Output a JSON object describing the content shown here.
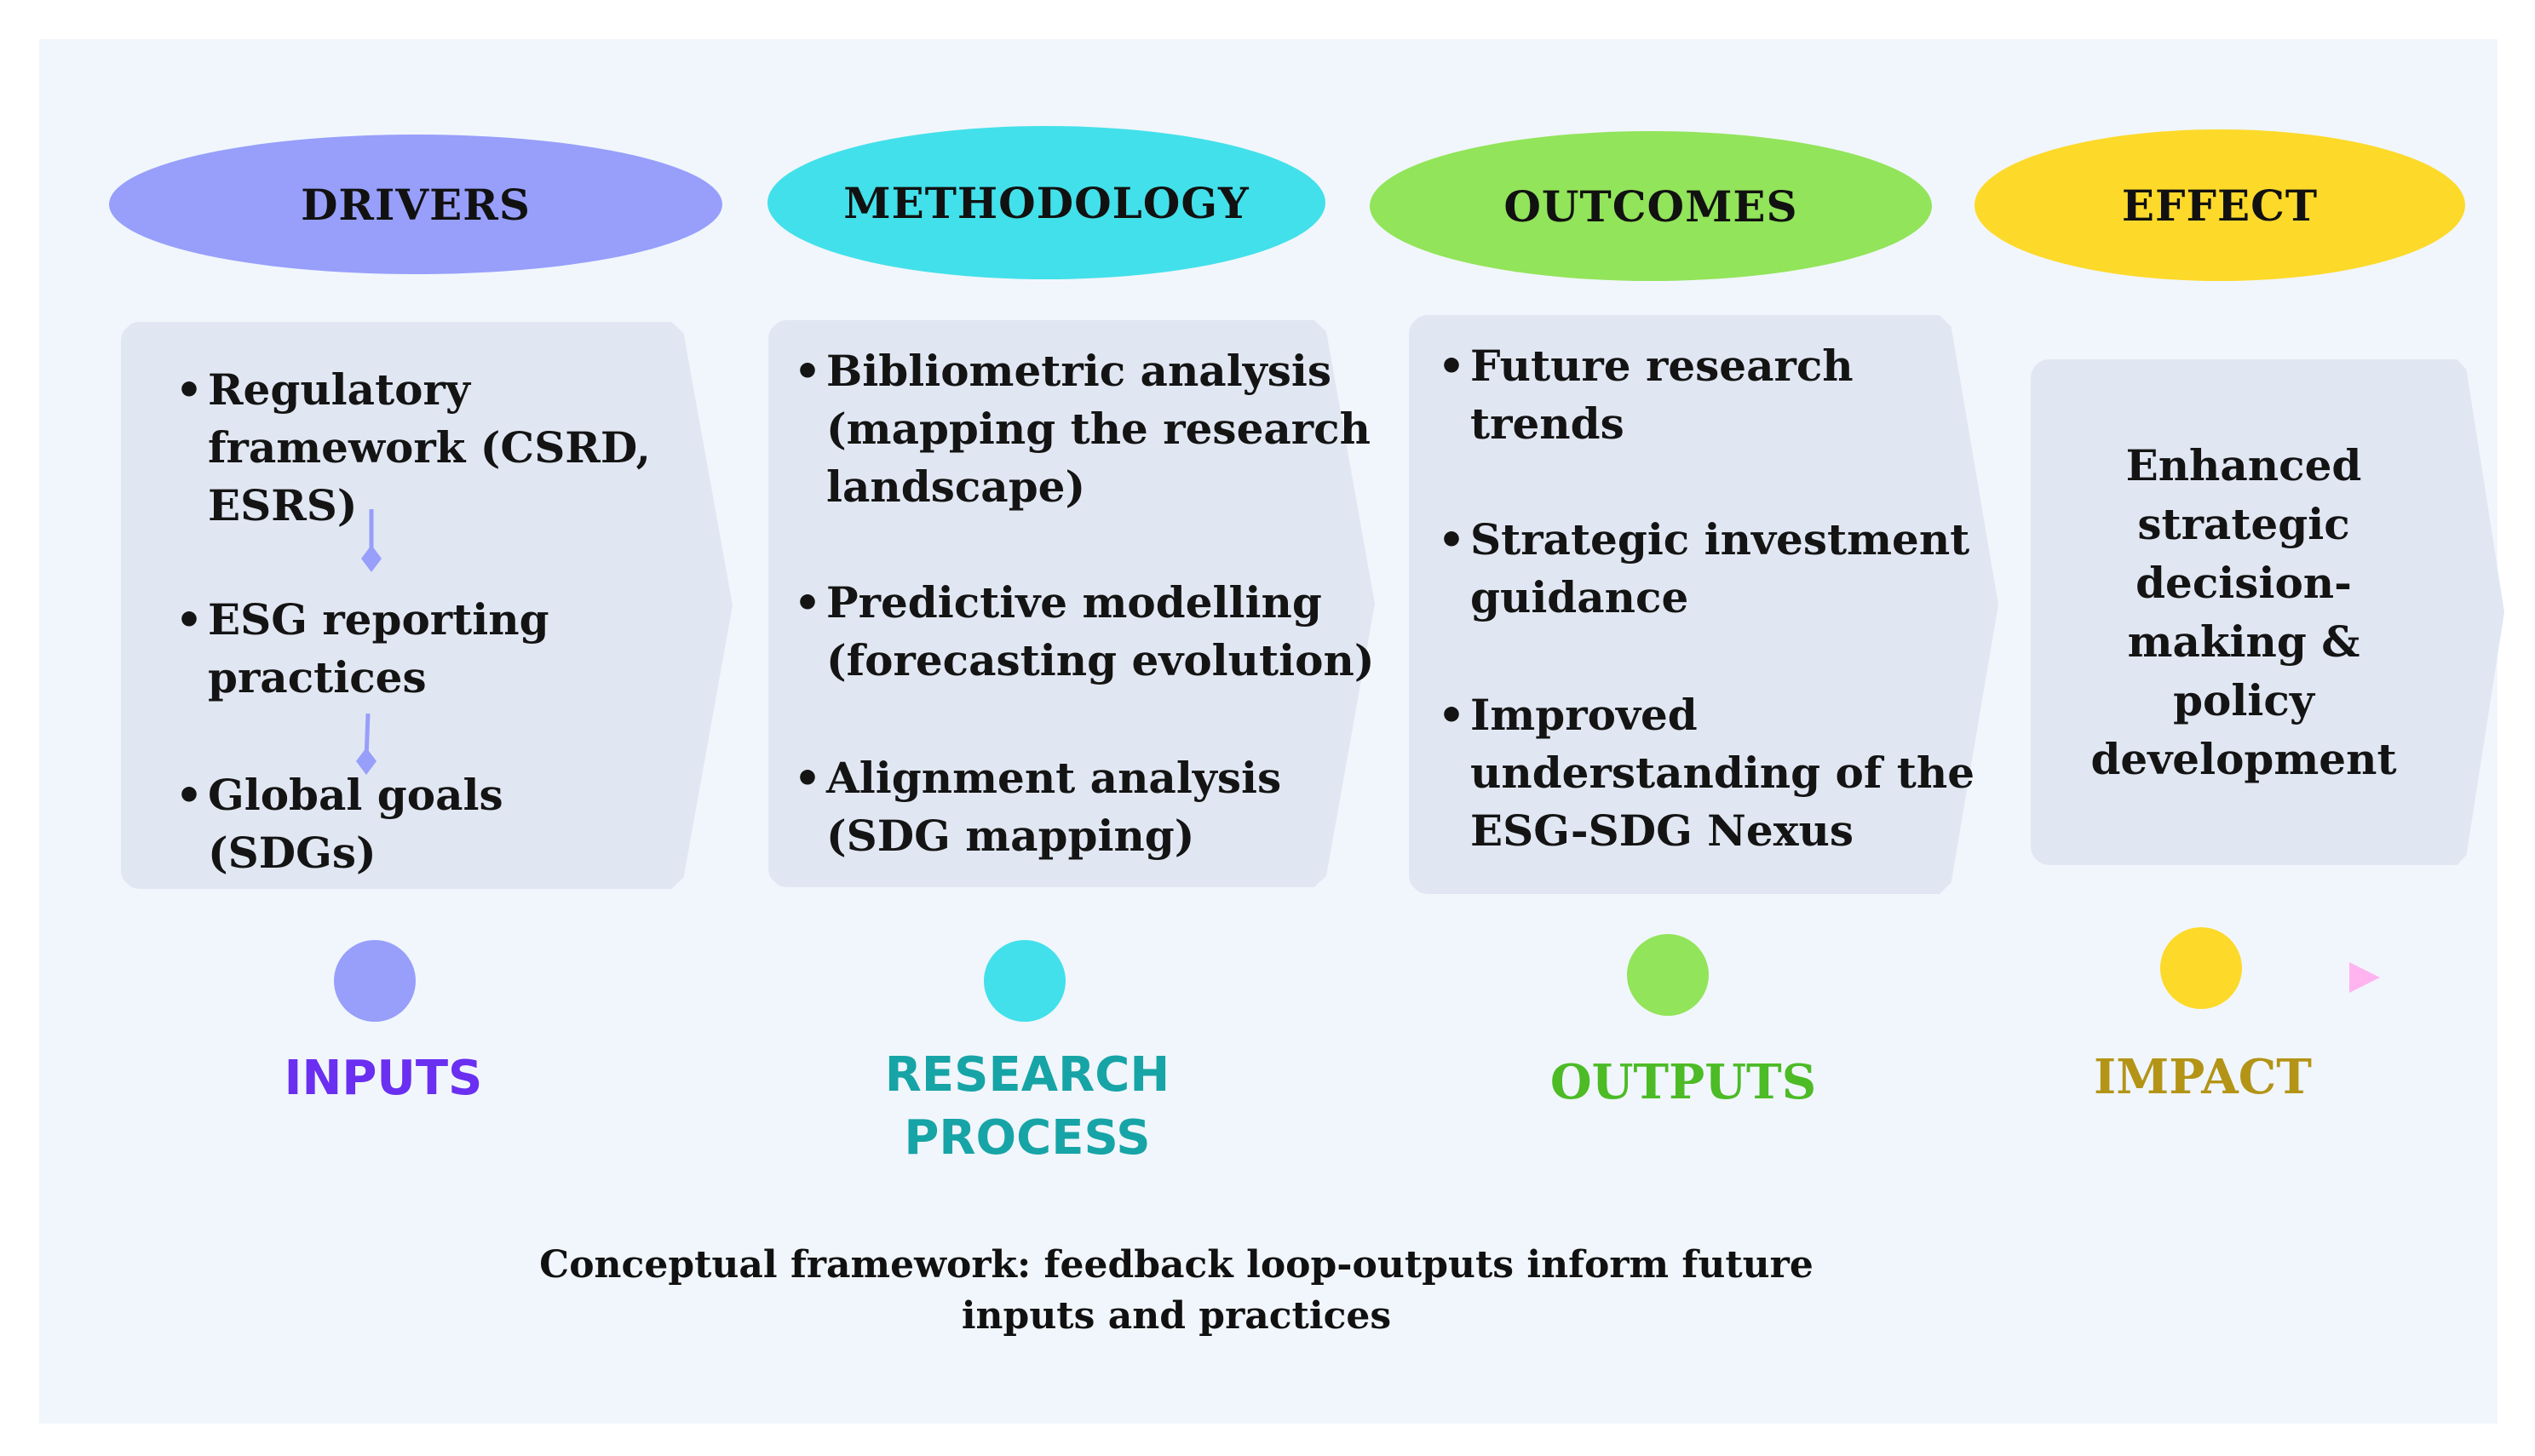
{
  "headers": [
    {
      "label": "DRIVERS",
      "color": "#979ffb"
    },
    {
      "label": "METHODOLOGY",
      "color": "#42e0ea"
    },
    {
      "label": "OUTCOMES",
      "color": "#92e45a"
    },
    {
      "label": "EFFECT",
      "color": "#fdd92a"
    }
  ],
  "cards": {
    "drivers": [
      [
        "Regulatory",
        "framework (CSRD,",
        "ESRS)"
      ],
      [
        " ESG reporting",
        "practices"
      ],
      [
        "Global goals",
        "(SDGs)"
      ]
    ],
    "methodology": [
      [
        "Bibliometric analysis",
        "(mapping the research",
        "landscape)"
      ],
      [
        " Predictive modelling",
        "(forecasting evolution)"
      ],
      [
        "Alignment analysis",
        "(SDG mapping)"
      ]
    ],
    "outcomes": [
      [
        "Future research",
        "trends"
      ],
      [
        " Strategic investment",
        "guidance"
      ],
      [
        "Improved",
        "understanding of the",
        "ESG-SDG Nexus"
      ]
    ],
    "effect": [
      "Enhanced",
      "strategic",
      "decision-",
      "making &",
      "policy",
      "development"
    ]
  },
  "stages": [
    {
      "label_line1": "INPUTS",
      "label_line2": "",
      "color": "#6a2ff0"
    },
    {
      "label_line1": "RESEARCH",
      "label_line2": "PROCESS",
      "color": "#17a4a6"
    },
    {
      "label_line1": "OUTPUTS",
      "label_line2": "",
      "color": "#4cbb26"
    },
    {
      "label_line1": "IMPACT",
      "label_line2": "",
      "color": "#b39417"
    }
  ],
  "caption": {
    "line1": "Conceptual framework: feedback loop-outputs inform future",
    "line2": "inputs and practices"
  }
}
